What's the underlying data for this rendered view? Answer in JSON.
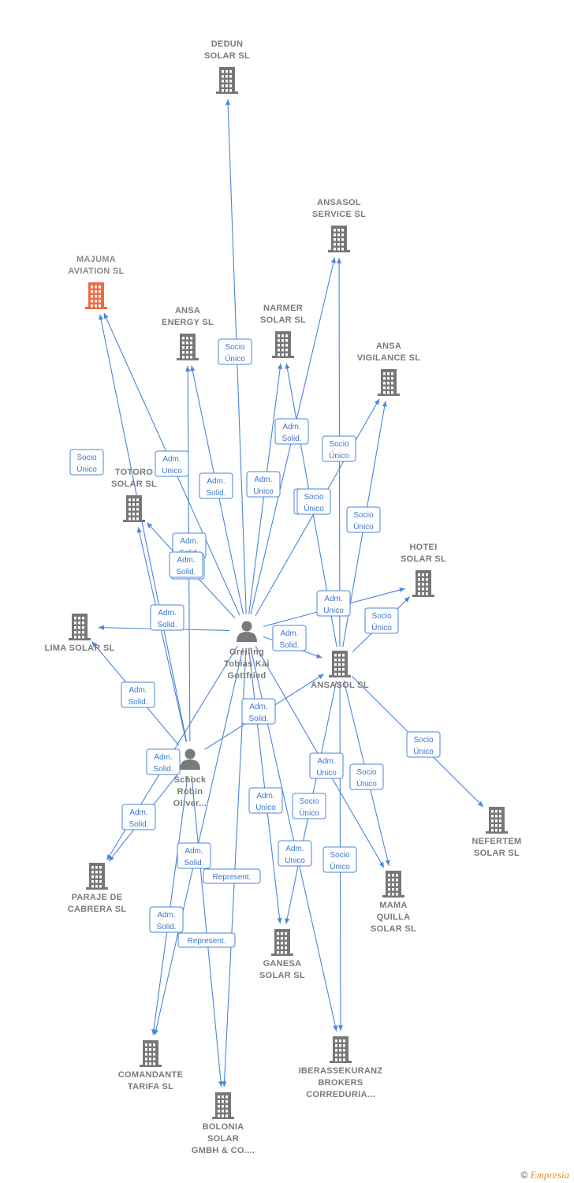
{
  "colors": {
    "edge": "#4a86d8",
    "building": "#777777",
    "highlight": "#f26a3b",
    "label": "#7a7a7a"
  },
  "nodes": [
    {
      "id": "dedun",
      "type": "company",
      "lines": [
        "DEDUN",
        "SOLAR  SL"
      ],
      "icon": "building-icon"
    },
    {
      "id": "ansasol_service",
      "type": "company",
      "lines": [
        "ANSASOL",
        "SERVICE  SL"
      ],
      "icon": "building-icon"
    },
    {
      "id": "majuma",
      "type": "company",
      "highlight": true,
      "lines": [
        "MAJUMA",
        "AVIATION  SL"
      ],
      "icon": "building-icon"
    },
    {
      "id": "ansa_energy",
      "type": "company",
      "lines": [
        "ANSA",
        "ENERGY SL"
      ],
      "icon": "building-icon"
    },
    {
      "id": "narmer",
      "type": "company",
      "lines": [
        "NARMER",
        "SOLAR  SL"
      ],
      "icon": "building-icon"
    },
    {
      "id": "ansa_vigilance",
      "type": "company",
      "lines": [
        "ANSA",
        "VIGILANCE  SL"
      ],
      "icon": "building-icon"
    },
    {
      "id": "totoro",
      "type": "company",
      "lines": [
        "TOTORO",
        "SOLAR SL"
      ],
      "icon": "building-icon"
    },
    {
      "id": "hotei",
      "type": "company",
      "lines": [
        "HOTEI",
        "SOLAR  SL"
      ],
      "icon": "building-icon"
    },
    {
      "id": "lima",
      "type": "company",
      "lines": [
        "LIMA SOLAR SL"
      ],
      "icon": "building-icon"
    },
    {
      "id": "greiling",
      "type": "person",
      "lines": [
        "Greiling",
        "Tobias Kai",
        "Gottfried"
      ],
      "icon": "person-icon"
    },
    {
      "id": "ansasol",
      "type": "company",
      "lines": [
        "ANSASOL SL"
      ],
      "icon": "building-icon"
    },
    {
      "id": "schock",
      "type": "person",
      "lines": [
        "Schock",
        "Robin",
        "Oliver..."
      ],
      "icon": "person-icon"
    },
    {
      "id": "nefertem",
      "type": "company",
      "lines": [
        "NEFERTEM",
        "SOLAR  SL"
      ],
      "icon": "building-icon"
    },
    {
      "id": "paraje",
      "type": "company",
      "lines": [
        "PARAJE DE",
        "CABRERA SL"
      ],
      "icon": "building-icon"
    },
    {
      "id": "mama_quilla",
      "type": "company",
      "lines": [
        "MAMA",
        "QUILLA",
        "SOLAR  SL"
      ],
      "icon": "building-icon"
    },
    {
      "id": "ganesa",
      "type": "company",
      "lines": [
        "GANESA",
        "SOLAR  SL"
      ],
      "icon": "building-icon"
    },
    {
      "id": "comandante",
      "type": "company",
      "lines": [
        "COMANDANTE",
        "TARIFA  SL"
      ],
      "icon": "building-icon"
    },
    {
      "id": "iberassekuranz",
      "type": "company",
      "lines": [
        "IBERASSEKURANZ",
        "BROKERS",
        "CORREDURIA..."
      ],
      "icon": "building-icon"
    },
    {
      "id": "bolonia",
      "type": "company",
      "lines": [
        "BOLONIA",
        "SOLAR",
        "GMBH & CO...."
      ],
      "icon": "building-icon"
    }
  ],
  "edges": [
    {
      "from": "greiling",
      "to": "dedun",
      "label": [
        "Socio",
        "Único"
      ]
    },
    {
      "from": "greiling",
      "to": "majuma",
      "label": [
        "Adm.",
        "Unico"
      ]
    },
    {
      "from": "greiling",
      "to": "ansa_energy",
      "label": [
        "Adm.",
        "Solid."
      ]
    },
    {
      "from": "greiling",
      "to": "narmer",
      "label": [
        "Adm.",
        "Unico"
      ]
    },
    {
      "from": "greiling",
      "to": "ansasol_service",
      "label": [
        "Adm.",
        "Solid."
      ]
    },
    {
      "from": "greiling",
      "to": "ansa_vigilance",
      "label": [
        "Socio",
        "Único"
      ]
    },
    {
      "from": "greiling",
      "to": "totoro",
      "label": [
        "Adm.",
        "Solid."
      ]
    },
    {
      "from": "greiling",
      "to": "lima",
      "label": [
        "Adm.",
        "Solid."
      ]
    },
    {
      "from": "greiling",
      "to": "hotei",
      "label": [
        "Adm.",
        "Unico"
      ]
    },
    {
      "from": "greiling",
      "to": "ansasol",
      "label": [
        "Adm.",
        "Solid."
      ]
    },
    {
      "from": "greiling",
      "to": "paraje",
      "label": [
        "Adm.",
        "Solid."
      ]
    },
    {
      "from": "greiling",
      "to": "ganesa",
      "label": [
        "Adm.",
        "Unico"
      ]
    },
    {
      "from": "greiling",
      "to": "iberassekuranz",
      "label": [
        "Adm.",
        "Unico"
      ]
    },
    {
      "from": "greiling",
      "to": "comandante",
      "label": [
        "Adm.",
        "Solid."
      ]
    },
    {
      "from": "greiling",
      "to": "bolonia",
      "label": [
        "Represent."
      ]
    },
    {
      "from": "greiling",
      "to": "mama_quilla",
      "label": [
        "Adm.",
        "Unico"
      ]
    },
    {
      "from": "schock",
      "to": "majuma",
      "label": [
        "Socio",
        "Único"
      ]
    },
    {
      "from": "schock",
      "to": "ansa_energy",
      "label": [
        "Adm.",
        "Solid."
      ]
    },
    {
      "from": "schock",
      "to": "totoro",
      "label": [
        "Adm.",
        "Solid."
      ]
    },
    {
      "from": "schock",
      "to": "lima",
      "label": [
        "Adm.",
        "Solid."
      ]
    },
    {
      "from": "schock",
      "to": "ansasol",
      "label": [
        "Adm.",
        "Solid."
      ]
    },
    {
      "from": "schock",
      "to": "paraje",
      "label": [
        "Adm.",
        "Solid."
      ]
    },
    {
      "from": "schock",
      "to": "comandante",
      "label": [
        "Adm.",
        "Solid."
      ]
    },
    {
      "from": "schock",
      "to": "bolonia",
      "label": [
        "Represent."
      ]
    },
    {
      "from": "ansasol",
      "to": "ansasol_service",
      "label": [
        "Socio",
        "Único"
      ]
    },
    {
      "from": "ansasol",
      "to": "narmer",
      "label": [
        "Socio",
        "Único"
      ]
    },
    {
      "from": "ansasol",
      "to": "ansa_vigilance",
      "label": [
        "Socio",
        "Único"
      ]
    },
    {
      "from": "ansasol",
      "to": "hotei",
      "label": [
        "Socio",
        "Único"
      ]
    },
    {
      "from": "ansasol",
      "to": "nefertem",
      "label": [
        "Socio",
        "Único"
      ]
    },
    {
      "from": "ansasol",
      "to": "mama_quilla",
      "label": [
        "Socio",
        "Único"
      ]
    },
    {
      "from": "ansasol",
      "to": "ganesa",
      "label": [
        "Socio",
        "Único"
      ]
    },
    {
      "from": "ansasol",
      "to": "iberassekuranz",
      "label": [
        "Socio",
        "Único"
      ]
    }
  ],
  "footer": {
    "copyright": "©",
    "brand": "Empresia"
  }
}
